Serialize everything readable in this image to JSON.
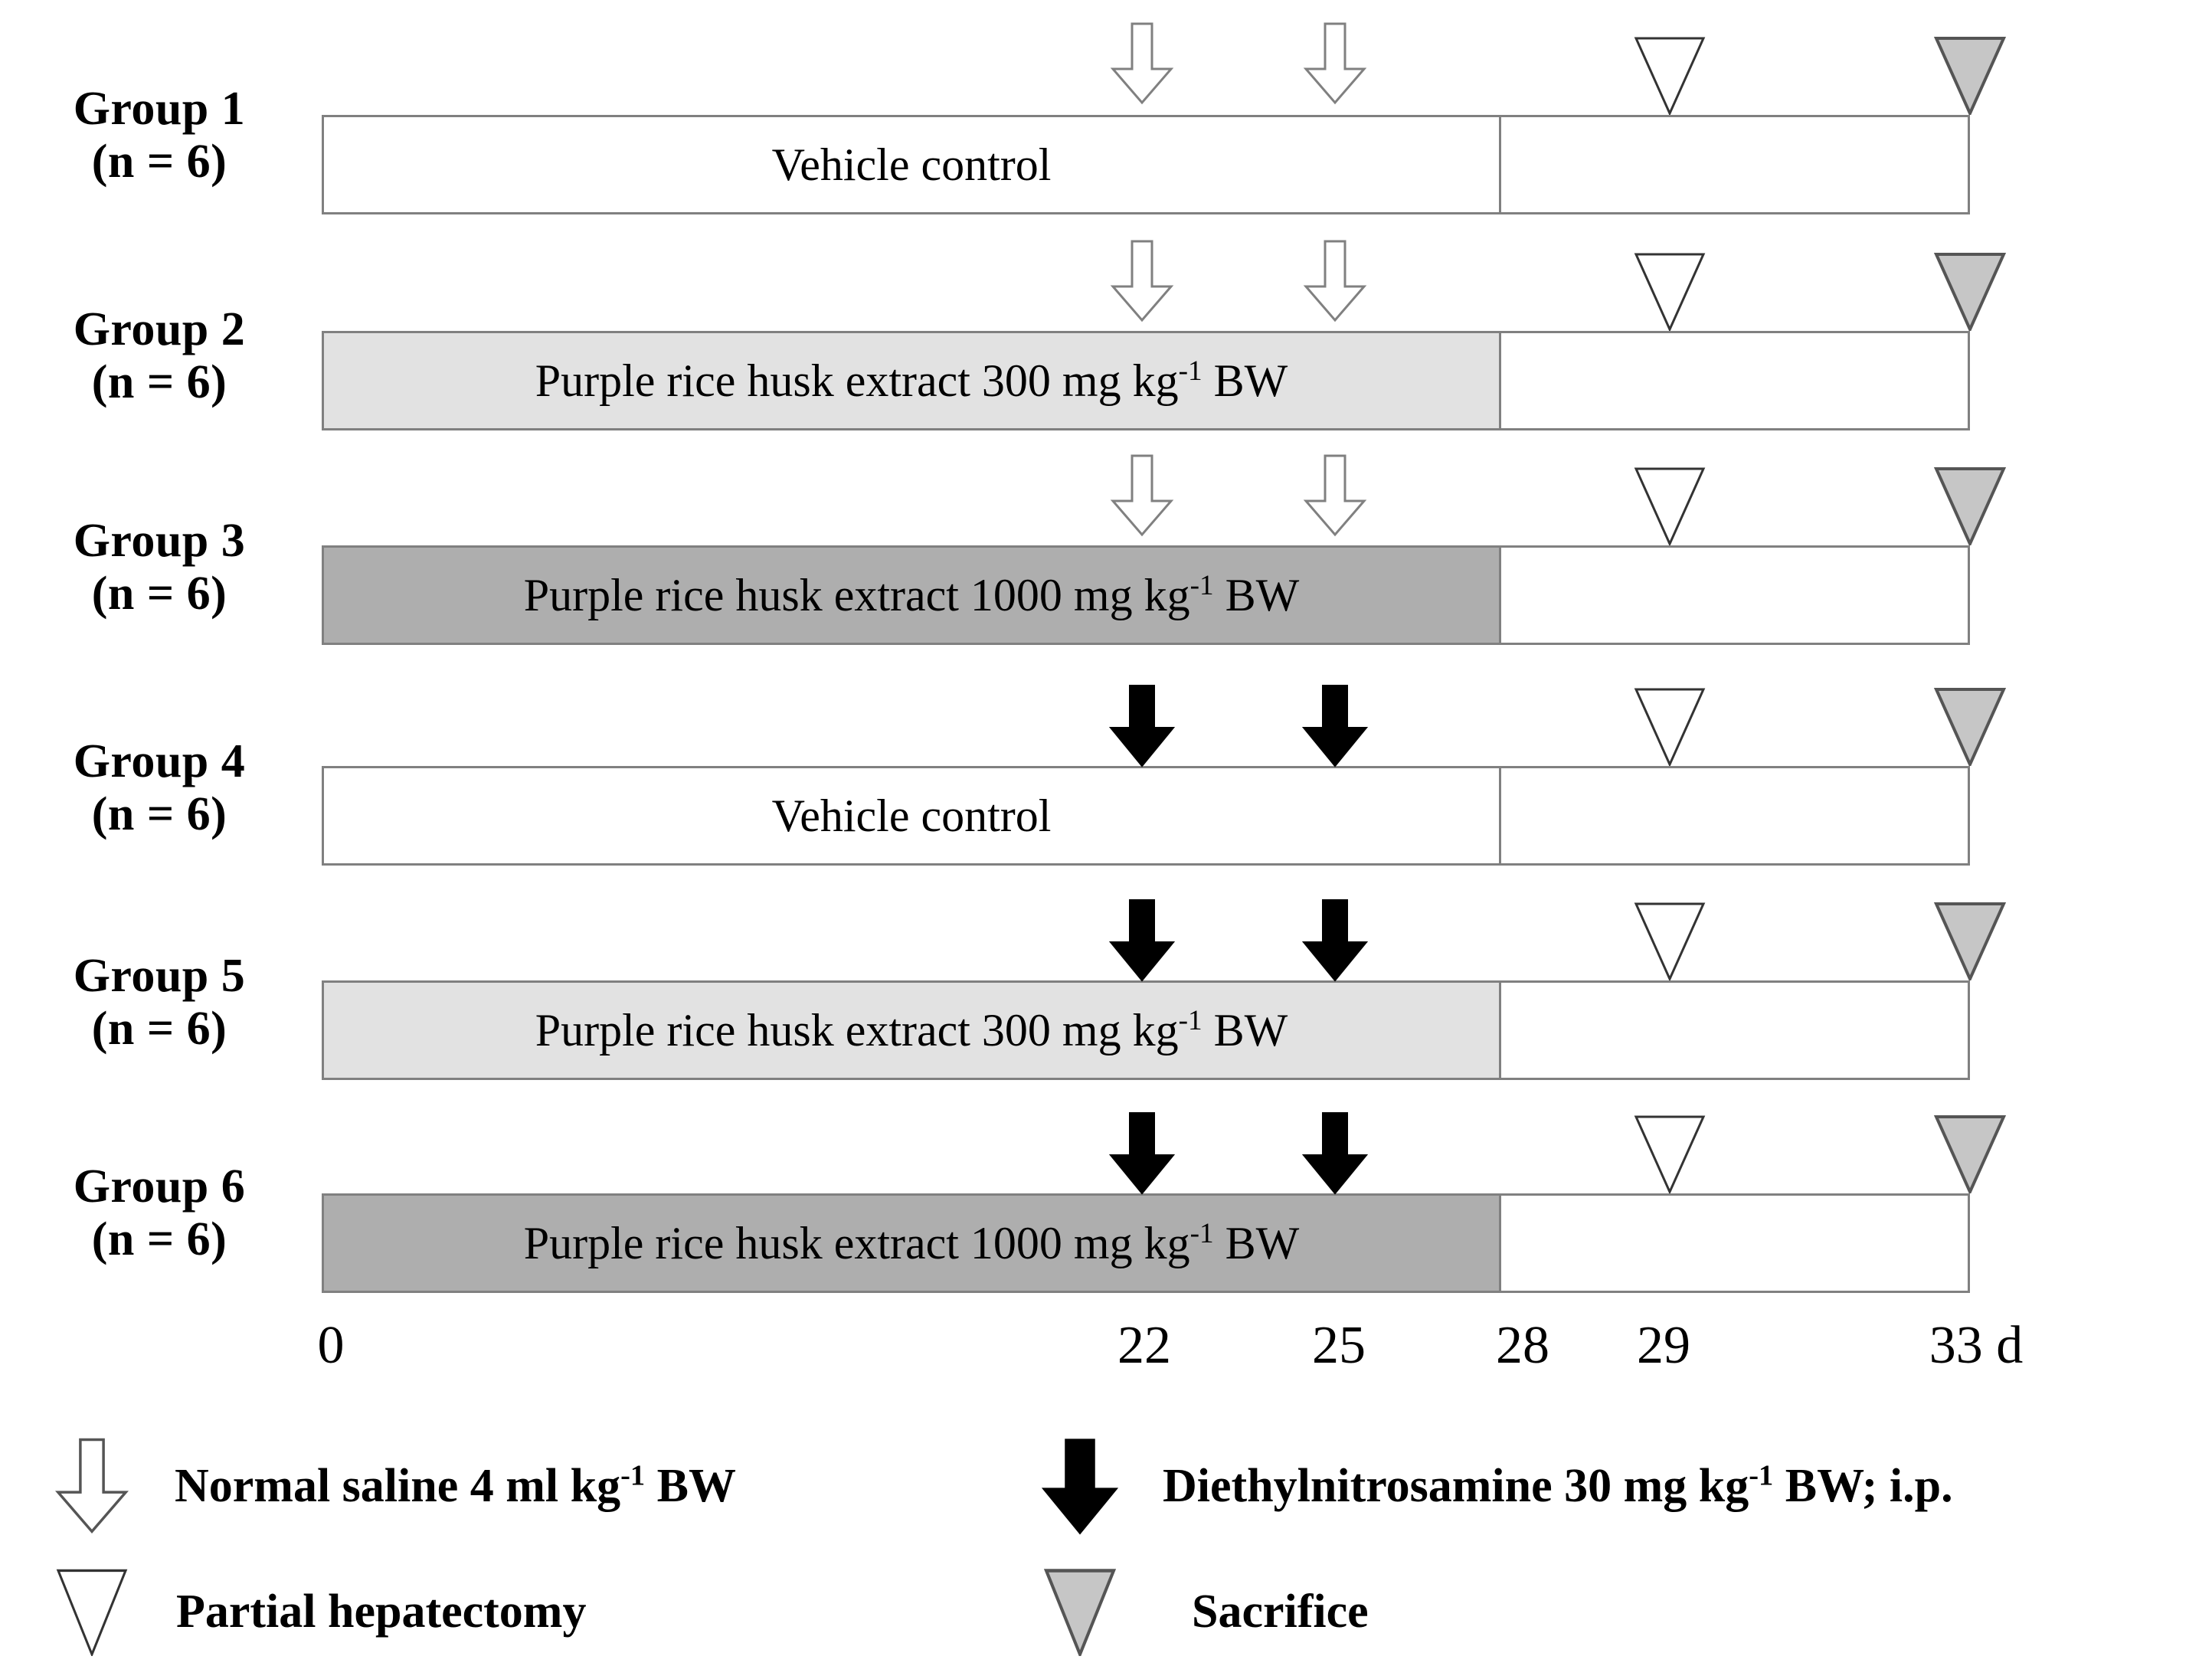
{
  "figure": {
    "type": "experimental-timeline-diagram",
    "units": "days"
  },
  "groups": [
    {
      "name": "Group 1",
      "n_label": "(n = 6)",
      "treatment": "Vehicle control",
      "treatment_sup": "",
      "treatment_suffix": "",
      "fill": "white",
      "fill_hex": "#ffffff",
      "injection": "normal-saline",
      "injection_style": "hollow-arrow"
    },
    {
      "name": "Group 2",
      "n_label": "(n = 6)",
      "treatment": "Purple rice husk extract 300 mg kg",
      "treatment_sup": "-1",
      "treatment_suffix": " BW",
      "fill": "light-gray",
      "fill_hex": "#e2e2e2",
      "injection": "normal-saline",
      "injection_style": "hollow-arrow"
    },
    {
      "name": "Group 3",
      "n_label": "(n = 6)",
      "treatment": "Purple rice husk extract 1000 mg kg",
      "treatment_sup": "-1",
      "treatment_suffix": " BW",
      "fill": "dark-gray",
      "fill_hex": "#aeaeae",
      "injection": "normal-saline",
      "injection_style": "hollow-arrow"
    },
    {
      "name": "Group 4",
      "n_label": "(n = 6)",
      "treatment": "Vehicle control",
      "treatment_sup": "",
      "treatment_suffix": "",
      "fill": "white",
      "fill_hex": "#ffffff",
      "injection": "diethylnitrosamine",
      "injection_style": "solid-arrow"
    },
    {
      "name": "Group 5",
      "n_label": "(n = 6)",
      "treatment": "Purple rice husk extract 300 mg kg",
      "treatment_sup": "-1",
      "treatment_suffix": " BW",
      "fill": "light-gray",
      "fill_hex": "#e2e2e2",
      "injection": "diethylnitrosamine",
      "injection_style": "solid-arrow"
    },
    {
      "name": "Group 6",
      "n_label": "(n = 6)",
      "treatment": "Purple rice husk extract 1000 mg kg",
      "treatment_sup": "-1",
      "treatment_suffix": " BW",
      "fill": "dark-gray",
      "fill_hex": "#aeaeae",
      "injection": "diethylnitrosamine",
      "injection_style": "solid-arrow"
    }
  ],
  "timeline": {
    "ticks": [
      "0",
      "22",
      "25",
      "28",
      "29",
      "33 d"
    ],
    "injection_days": [
      22,
      25
    ],
    "treatment_end_day": 28,
    "hepatectomy_day": 29,
    "sacrifice_day": 33
  },
  "legend": [
    {
      "glyph": "hollow-arrow",
      "label": "Normal saline 4 ml kg",
      "sup": "-1",
      "suffix": " BW"
    },
    {
      "glyph": "solid-arrow",
      "label": "Diethylnitrosamine 30 mg kg",
      "sup": "-1",
      "suffix": " BW; i.p."
    },
    {
      "glyph": "hollow-triangle",
      "label": "Partial hepatectomy",
      "sup": "",
      "suffix": ""
    },
    {
      "glyph": "gray-triangle",
      "label": "Sacrifice",
      "sup": "",
      "suffix": ""
    }
  ],
  "colors": {
    "bar_border": "#808080",
    "light_fill": "#e2e2e2",
    "dark_fill": "#aeaeae",
    "solid_arrow": "#000000",
    "sacrifice_fill": "#c6c6c6",
    "triangle_stroke": "#333333"
  }
}
